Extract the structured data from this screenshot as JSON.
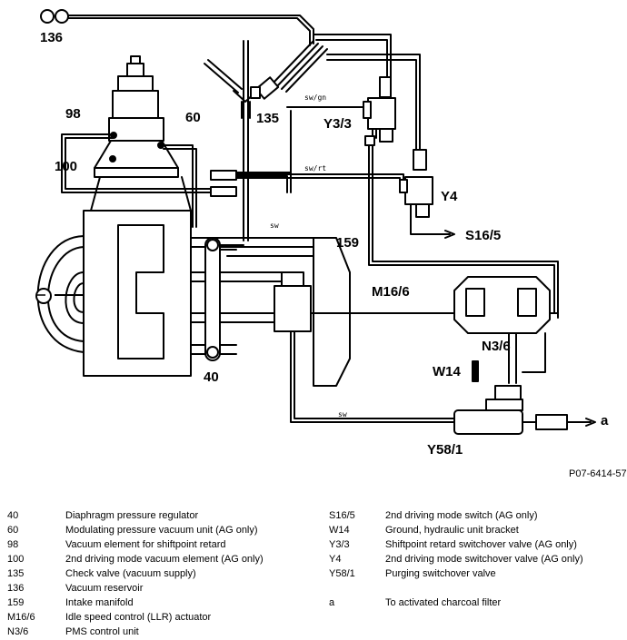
{
  "diagram": {
    "component_labels": {
      "c136": "136",
      "c98": "98",
      "c60": "60",
      "c135": "135",
      "y33": "Y3/3",
      "c100": "100",
      "y4": "Y4",
      "s165": "S16/5",
      "c159": "159",
      "m166": "M16/6",
      "n36": "N3/6",
      "c40": "40",
      "w14": "W14",
      "y581": "Y58/1",
      "a": "a"
    },
    "wire_labels": {
      "sw_gn": "sw/gn",
      "sw_rt": "sw/rt",
      "sw_top": "sw",
      "sw_bottom": "sw"
    },
    "reference": "P07-6414-57"
  },
  "legend_left": [
    {
      "code": "40",
      "desc": "Diaphragm pressure regulator"
    },
    {
      "code": "60",
      "desc": "Modulating pressure vacuum unit (AG only)"
    },
    {
      "code": "98",
      "desc": "Vacuum element for shiftpoint retard"
    },
    {
      "code": "100",
      "desc": "2nd driving mode vacuum element (AG only)"
    },
    {
      "code": "135",
      "desc": "Check valve (vacuum supply)"
    },
    {
      "code": "136",
      "desc": "Vacuum reservoir"
    },
    {
      "code": "159",
      "desc": "Intake manifold"
    },
    {
      "code": "M16/6",
      "desc": "Idle speed control (LLR) actuator"
    },
    {
      "code": "N3/6",
      "desc": "PMS control unit"
    }
  ],
  "legend_right": [
    {
      "code": "S16/5",
      "desc": "2nd driving mode switch (AG only)"
    },
    {
      "code": "W14",
      "desc": "Ground, hydraulic unit bracket"
    },
    {
      "code": "Y3/3",
      "desc": "Shiftpoint retard switchover valve (AG only)"
    },
    {
      "code": "Y4",
      "desc": "2nd driving mode switchover valve (AG only)"
    },
    {
      "code": "Y58/1",
      "desc": "Purging switchover valve"
    },
    {
      "code": "",
      "desc": ""
    },
    {
      "code": "a",
      "desc": "To activated charcoal filter"
    }
  ]
}
